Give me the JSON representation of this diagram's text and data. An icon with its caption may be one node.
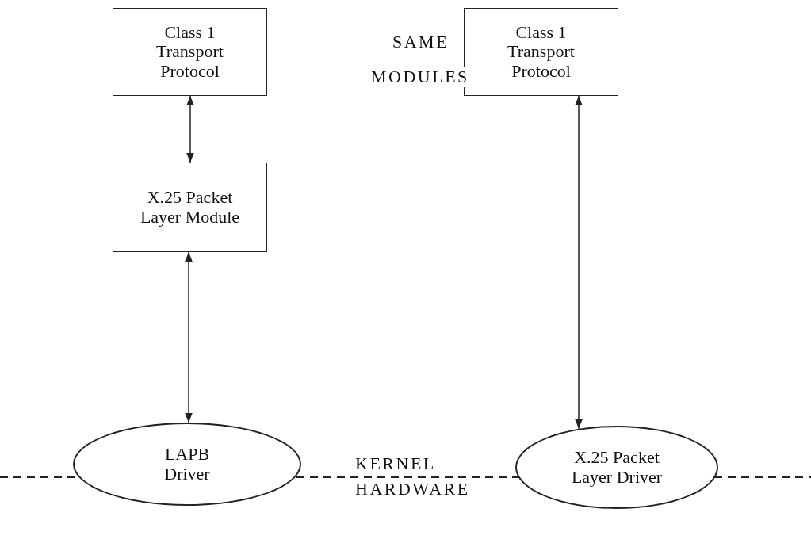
{
  "diagram": {
    "nodes": [
      {
        "text": [
          "Class 1 Transport Protocol"
        ]
      },
      {
        "text": [
          "Class 1 Transport Protocol"
        ]
      },
      {
        "text": [
          "X.25 Packet Layer Module"
        ]
      },
      {
        "text": [
          "LAPB Driver"
        ]
      },
      {
        "text": [
          "X.25 Packet Layer Driver"
        ]
      }
    ],
    "edges": [
      {
        "from": 0,
        "to": 2,
        "arrow": "both"
      },
      {
        "from": 2,
        "to": 3,
        "arrow": "both"
      },
      {
        "from": 1,
        "to": 4,
        "arrow": "both"
      }
    ],
    "labels": [
      "SAME",
      "MODULES",
      "KERNEL",
      "HARDWARE"
    ]
  }
}
